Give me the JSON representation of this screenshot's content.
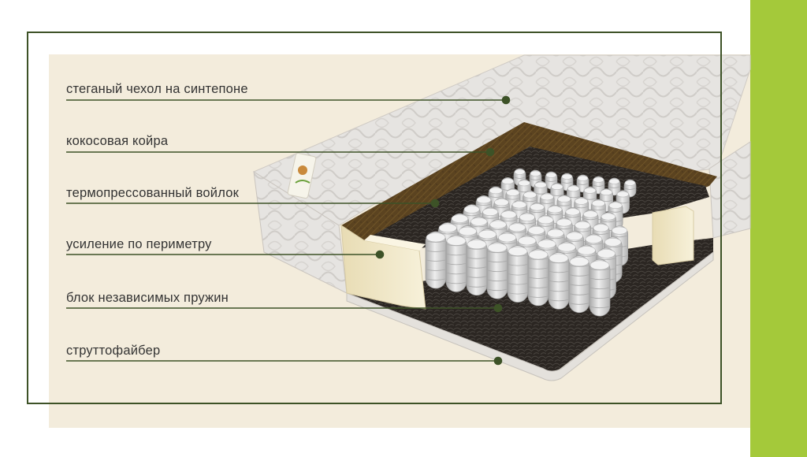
{
  "labels": [
    "стеганый чехол на синтепоне",
    "кокосовая койра",
    "термопрессованный войлок",
    "усиление по периметру",
    "блок независимых пружин",
    "струттофайбер"
  ],
  "colors": {
    "accent_bar": "#a4c93a",
    "frame": "#3d5227",
    "panel": "#f3ecdc",
    "leader": "#3d5227",
    "coir": "#5b4320",
    "felt": "#2b2622",
    "spring": "#dcdcdc",
    "foam": "#f1e8c8"
  }
}
